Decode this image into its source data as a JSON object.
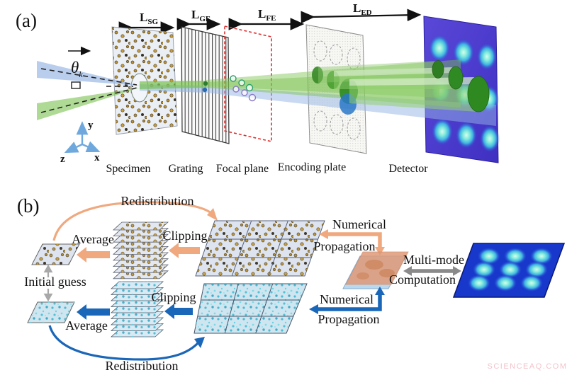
{
  "panel_a": {
    "label": "(a)",
    "distances": [
      {
        "main": "L",
        "sub": "SG"
      },
      {
        "main": "L",
        "sub": "GF"
      },
      {
        "main": "L",
        "sub": "FE"
      },
      {
        "main": "L",
        "sub": "ED"
      }
    ],
    "beam_angle": {
      "main": "θ",
      "sub": "k"
    },
    "axes": {
      "x": "x",
      "y": "y",
      "z": "z"
    },
    "components": [
      {
        "label": "Specimen"
      },
      {
        "label": "Grating"
      },
      {
        "label": "Focal plane"
      },
      {
        "label": "Encoding plate"
      },
      {
        "label": "Detector"
      }
    ]
  },
  "panel_b": {
    "label": "(b)",
    "initial_guess": "Initial guess",
    "multi_mode": "Multi-mode",
    "computation": "Computation",
    "top_loop": {
      "redistribution": "Redistribution",
      "average": "Average",
      "clipping": "Clipping",
      "numerical": "Numerical",
      "propagation": "Propagation"
    },
    "bottom_loop": {
      "redistribution": "Redistribution",
      "average": "Average",
      "clipping": "Clipping",
      "numerical": "Numerical",
      "propagation": "Propagation"
    }
  },
  "watermark": "SCIENCEAQ.COM",
  "colors": {
    "green_beam": "#79c24e",
    "blue_beam": "#93b4e4",
    "orange_arrow": "#f0a87e",
    "blue_arrow": "#1a66b8",
    "gray_arrow": "#8a8a8a",
    "detector_purple": "#4b3cd0",
    "deep_blue_plate": "#1838cc",
    "focal_plane_red": "#e03030",
    "gold_dot": "#bb8f2e",
    "cyan_speck": "#45b8d0"
  }
}
